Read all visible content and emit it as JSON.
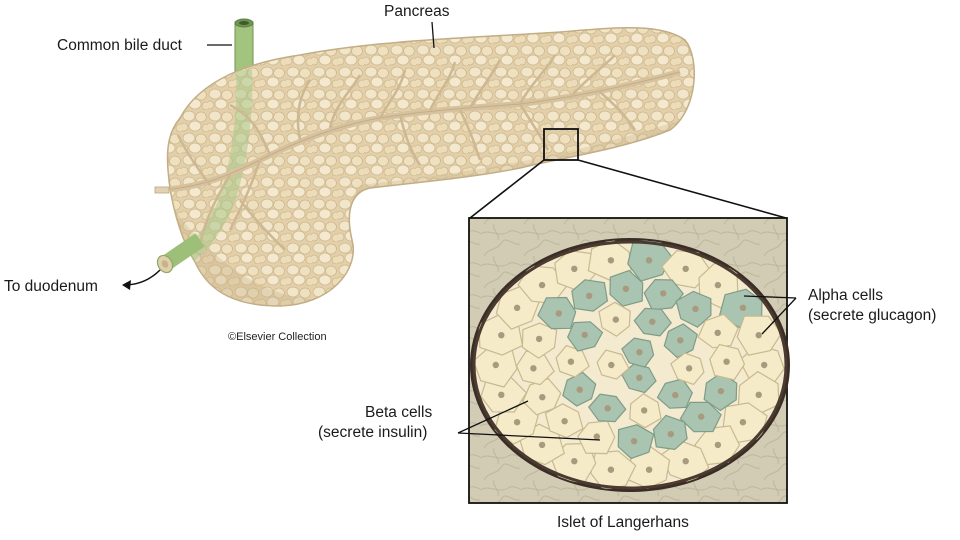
{
  "labels": {
    "pancreas": "Pancreas",
    "common_bile_duct": "Common bile duct",
    "to_duodenum": "To duodenum",
    "copyright": "©Elsevier Collection",
    "alpha_cells": "Alpha cells",
    "alpha_cells_sub": "(secrete glucagon)",
    "beta_cells": "Beta cells",
    "beta_cells_sub": "(secrete insulin)",
    "islet_title": "Islet of Langerhans"
  },
  "colors": {
    "pancreas_tissue": "#e8d7b4",
    "pancreas_lobule": "#f1e4c6",
    "pancreas_outline": "#c9b48a",
    "duct": "#d8c4a0",
    "bile_duct": "#9ec27c",
    "inset_background": "#cfcab5",
    "alpha_cell": "#f5ebc8",
    "beta_cell": "#a9c4b0",
    "nucleus": "#a89a7e"
  }
}
